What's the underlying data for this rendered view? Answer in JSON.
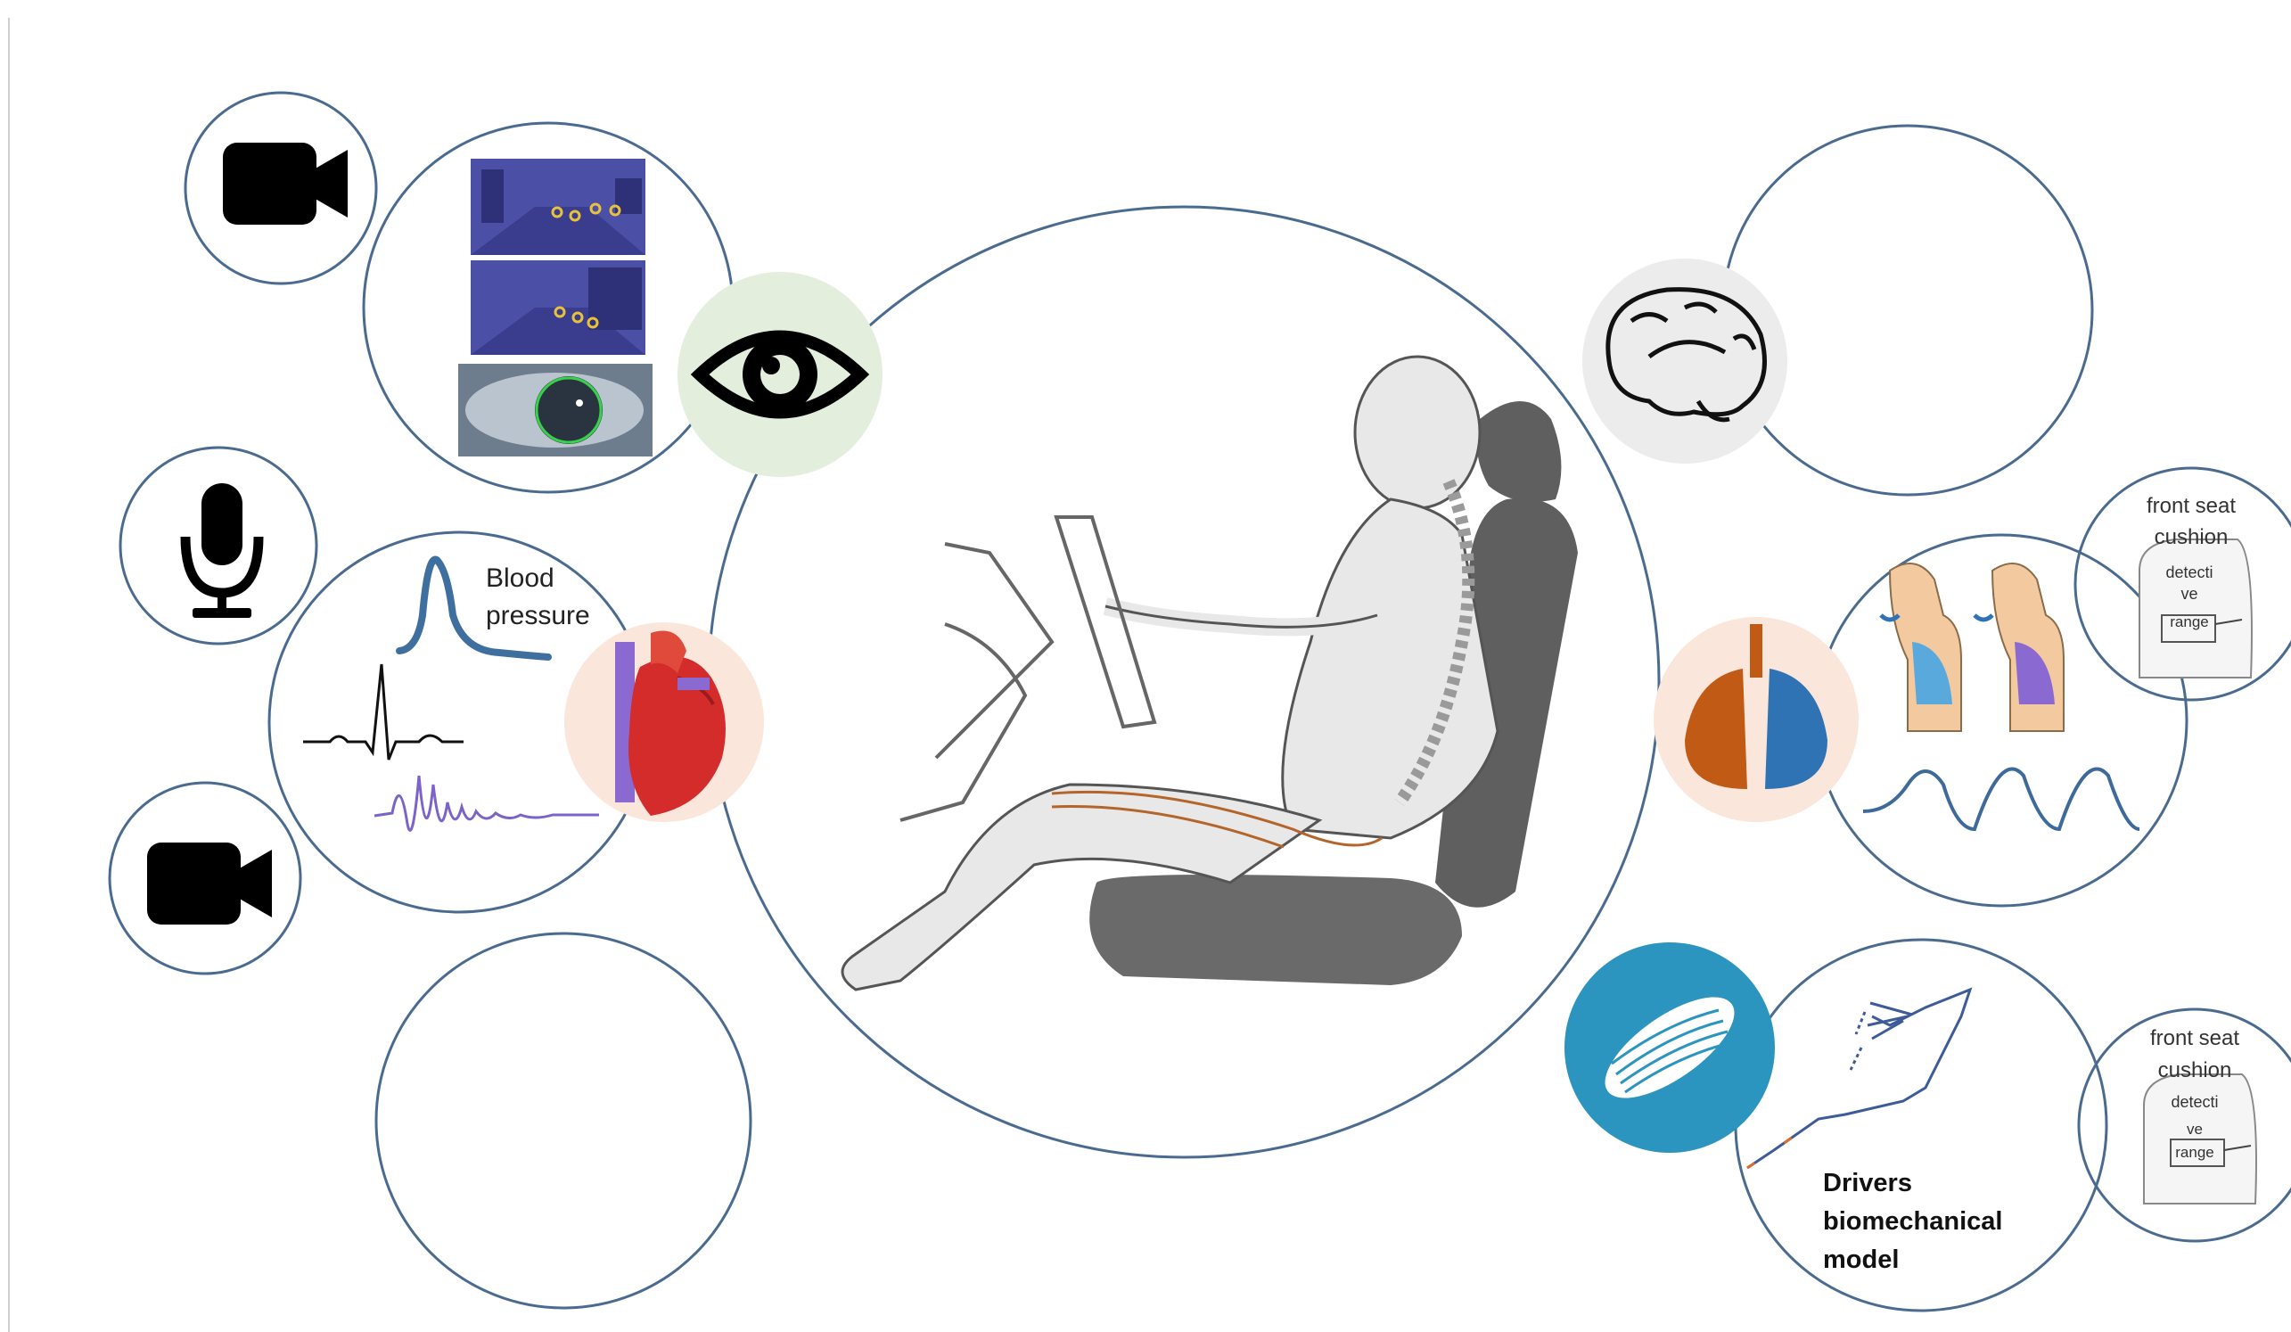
{
  "colors": {
    "ring": "#4a6b8f",
    "eye_disc": "#e3efdc",
    "brain_disc": "#ececec",
    "heart_disc": "#fbe6dc",
    "lungs_disc": "#fbe6dc",
    "muscle_disc": "#2b94bf",
    "icon": "#000000",
    "seat": "#5f5f5f",
    "body_fill": "#e8e8e8",
    "lung_left": "#c15a14",
    "lung_right": "#2f73b5",
    "heart_red": "#d42b2b",
    "heart_purple": "#8a6ad0",
    "bp_curve": "#3f6f9f",
    "emg_curve": "#7c63c9",
    "breath_curve": "#3d6a9a",
    "camera_frame": "#4b4fa6"
  },
  "icons": {
    "camera_top": "video-camera-icon",
    "microphone": "microphone-icon",
    "camera_bottom": "video-camera-icon",
    "eye": "eye-icon",
    "brain": "brain-icon",
    "heart": "heart-icon",
    "lungs": "lungs-icon",
    "muscle": "muscle-icon"
  },
  "labels": {
    "blood": "Blood",
    "pressure": "pressure",
    "seat_top": {
      "line1": "front seat",
      "line2": "cushion",
      "line3": "detecti",
      "line4": "ve",
      "line5": "range"
    },
    "seat_bottom": {
      "line1": "front seat",
      "line2": "cushion",
      "line3": "detecti",
      "line4": "ve",
      "line5": "range"
    },
    "model": {
      "line1": "Drivers",
      "line2": "biomechanical",
      "line3": "model"
    }
  }
}
